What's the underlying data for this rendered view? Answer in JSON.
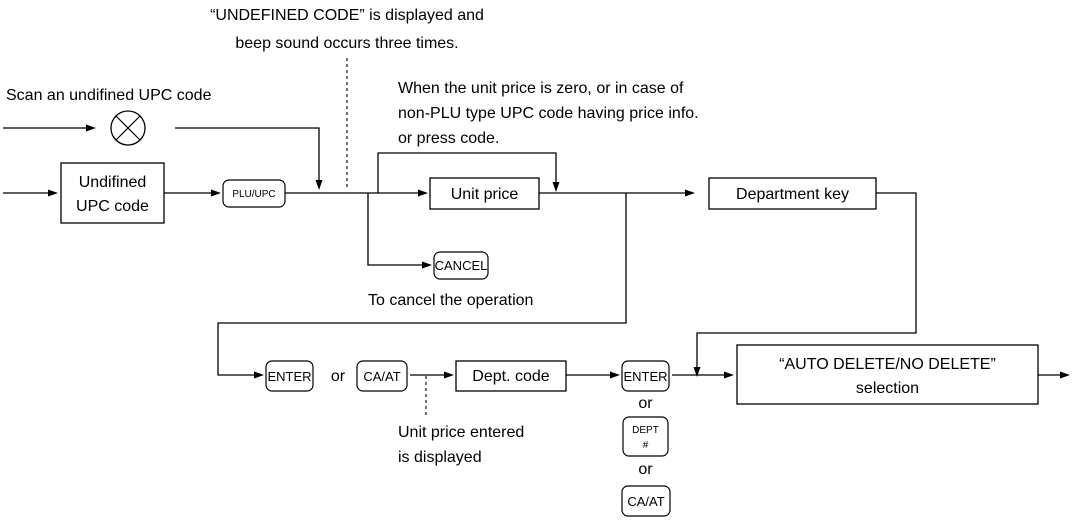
{
  "notes": {
    "undefined_line1": "“UNDEFINED CODE” is displayed and",
    "undefined_line2": "beep sound occurs three times.",
    "zero_line1": "When the unit price is zero, or in case of",
    "zero_line2": "non-PLU type UPC code having price info.",
    "zero_line3": "or press code.",
    "scan": "Scan an undifined UPC code",
    "cancel_note": "To cancel the operation",
    "price_line1": "Unit price entered",
    "price_line2": "is displayed"
  },
  "boxes": {
    "undefined_line1": "Undifined",
    "undefined_line2": "UPC code",
    "unit_price": "Unit price",
    "department_key": "Department key",
    "dept_code": "Dept. code",
    "auto_delete_line1": "“AUTO DELETE/NO DELETE”",
    "auto_delete_line2": "selection"
  },
  "keys": {
    "plu_upc": "PLU/UPC",
    "cancel": "CANCEL",
    "enter": "ENTER",
    "ca_at": "CA/AT",
    "dept_line1": "DEPT",
    "dept_line2": "#"
  },
  "connectors": {
    "or": "or"
  }
}
